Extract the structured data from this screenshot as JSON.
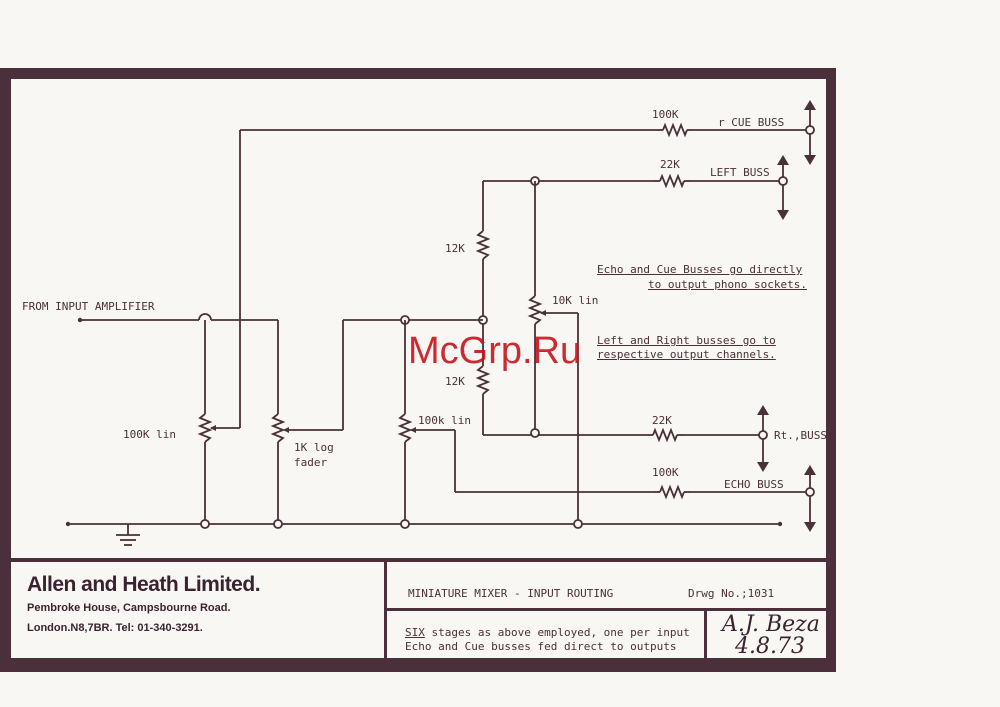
{
  "labels": {
    "cue_res": "100K",
    "cue_buss": "r CUE BUSS",
    "left_res": "22K",
    "left_buss": "LEFT BUSS",
    "r12k_top": "12K",
    "r12k_bot": "12K",
    "pot_10k": "10K lin",
    "input": "FROM INPUT AMPLIFIER",
    "pot_100k_a": "100K lin",
    "fader": "1K log",
    "fader2": "fader",
    "pot_100k_b": "100k lin",
    "rt_res": "22K",
    "rt_buss": "Rt.,BUSS",
    "echo_res": "100K",
    "echo_buss": "ECHO BUSS"
  },
  "notes": {
    "echo_cue_1": "Echo and Cue Busses go directly",
    "echo_cue_2": "to output phono sockets.",
    "lr_1": "Left and Right busses go to",
    "lr_2": "respective output channels."
  },
  "title_block": {
    "company": "Allen and Heath Limited.",
    "address1": "Pembroke House, Campsbourne Road.",
    "address2": "London.N8,7BR. Tel: 01-340-3291.",
    "title": "MINIATURE MIXER - INPUT ROUTING",
    "drawing_no": "Drwg No.;1031",
    "note_six": "SIX",
    "note_line1": " stages as above employed, one per input",
    "note_line2": "Echo and Cue busses fed direct to outputs",
    "signature": "A.J. Beza",
    "date": "4.8.73"
  },
  "watermark": "McGrp.Ru",
  "colors": {
    "ink": "#4a3038",
    "frame": "#4b2f3a",
    "watermark": "#c8141c"
  }
}
